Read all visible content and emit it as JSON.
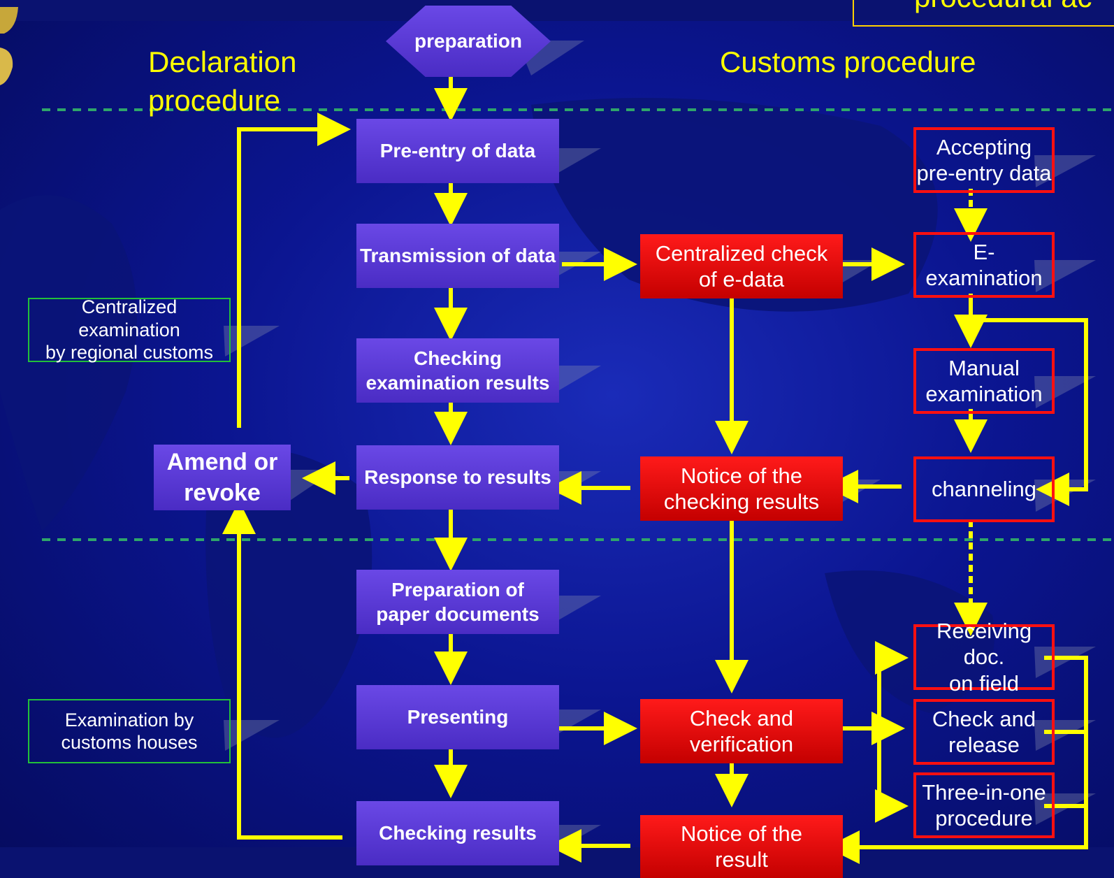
{
  "headers": {
    "declaration": "Declaration\nprocedure",
    "customs": "Customs procedure",
    "top_right_partial": "procedural ac"
  },
  "start": {
    "label": "preparation"
  },
  "declarant_steps": {
    "pre_entry": "Pre-entry of data",
    "transmission": "Transmission of data",
    "checking_exam": "Checking\nexamination results",
    "response": "Response to results",
    "preparation_paper": "Preparation of\npaper documents",
    "presenting": "Presenting",
    "checking_results": "Checking results"
  },
  "amend": {
    "label": "Amend or\nrevoke"
  },
  "customs_center": {
    "centralized_check": "Centralized check\nof e-data",
    "notice_checking": "Notice of the\nchecking results",
    "check_verification": "Check and\nverification",
    "notice_result": "Notice of the\nresult"
  },
  "customs_right": {
    "accepting": "Accepting\npre-entry data",
    "e_exam": "E-\nexamination",
    "manual_exam": "Manual\nexamination",
    "channeling": "channeling",
    "receiving": "Receiving doc.\non field",
    "check_release": "Check and\nrelease",
    "three_in_one": "Three-in-one\nprocedure"
  },
  "side_notes": {
    "centralized": "Centralized examination\nby regional customs",
    "houses": "Examination by\ncustoms houses"
  },
  "colors": {
    "arrow": "#ffff00",
    "purple_box": "#5a3ad6",
    "red_box": "#e00000",
    "outline_red": "#ff1010",
    "outline_green": "#22c03a",
    "divider": "#2fa56a",
    "background": "#0b1590"
  }
}
